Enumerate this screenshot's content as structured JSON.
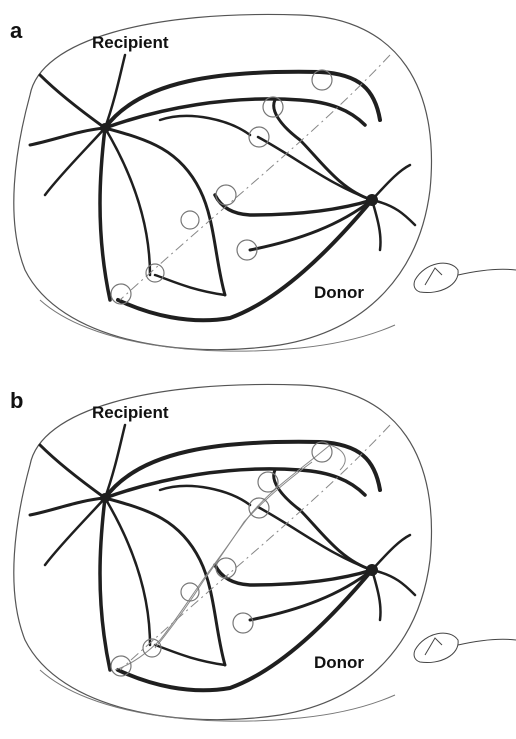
{
  "panels": [
    {
      "letter": "a",
      "recipient_label": "Recipient",
      "donor_label": "Donor"
    },
    {
      "letter": "b",
      "recipient_label": "Recipient",
      "donor_label": "Donor"
    }
  ],
  "colors": {
    "vessel": "#1f1f1f",
    "outline": "#555555",
    "anastomosis": "#777777"
  },
  "icons": [
    "eye-icon"
  ]
}
